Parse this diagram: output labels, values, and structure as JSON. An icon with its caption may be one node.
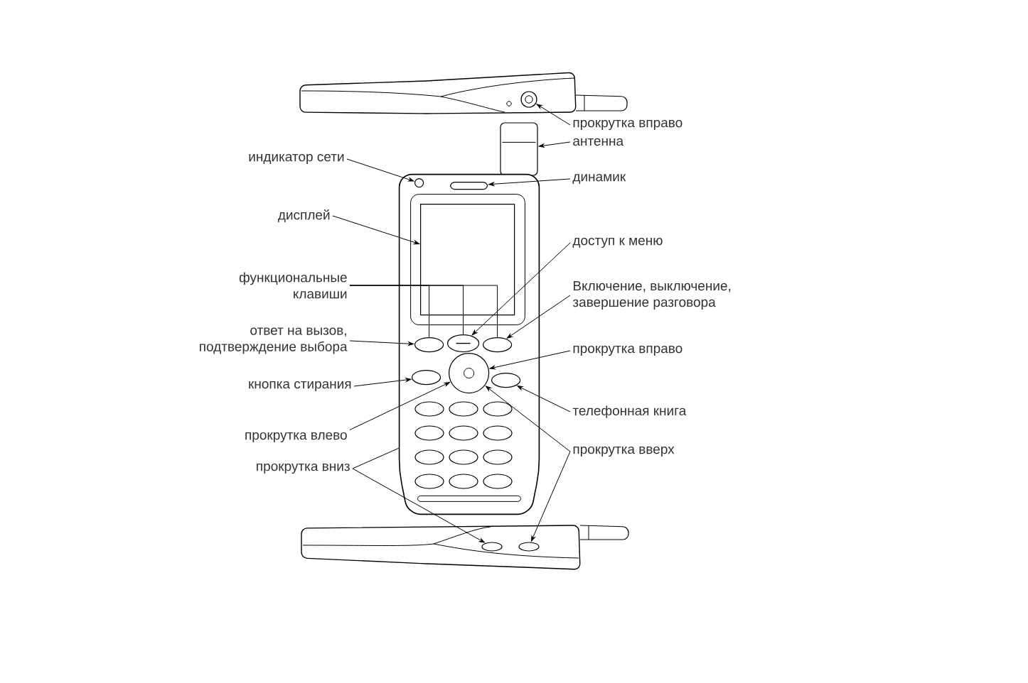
{
  "diagram": {
    "nodes": [
      {
        "text": [
          "прокрутка вправо"
        ]
      },
      {
        "text": [
          "антенна"
        ]
      },
      {
        "text": [
          "индикатор сети"
        ]
      },
      {
        "text": [
          "динамик"
        ]
      },
      {
        "text": [
          "дисплей"
        ]
      },
      {
        "text": [
          "доступ к меню"
        ]
      },
      {
        "text": [
          "функциональные клавиши"
        ]
      },
      {
        "text": [
          "Включение, выключение, завершение разговора"
        ]
      },
      {
        "text": [
          "ответ на вызов, подтверждение выбора"
        ]
      },
      {
        "text": [
          "прокрутка вправо"
        ]
      },
      {
        "text": [
          "кнопка стирания"
        ]
      },
      {
        "text": [
          "телефонная книга"
        ]
      },
      {
        "text": [
          "прокрутка влево"
        ]
      },
      {
        "text": [
          "прокрутка вниз"
        ]
      },
      {
        "text": [
          "прокрутка вверх"
        ]
      },
      {
        "text": [],
        "shape": "circle"
      },
      {
        "text": [],
        "shape": "bar"
      },
      {
        "text": [],
        "shape": "picture"
      },
      {
        "text": [],
        "shape": "circle",
        "in": 17
      },
      {
        "text": [],
        "shape": "bar",
        "in": 17
      },
      {
        "text": [],
        "shape": "box",
        "in": 17
      },
      {
        "text": [],
        "shape": "ellipse",
        "in": 17
      },
      {
        "text": [],
        "shape": "ellipse",
        "in": 17
      },
      {
        "text": [],
        "shape": "ellipse",
        "in": 17
      },
      {
        "text": [],
        "shape": "ellipse",
        "in": 17
      },
      {
        "text": [],
        "shape": "circle",
        "in": 17
      },
      {
        "text": [],
        "shape": "ellipse",
        "in": 17
      },
      {
        "text": [],
        "shape": "ellipse"
      },
      {
        "text": [],
        "shape": "ellipse"
      }
    ],
    "edges": [
      {
        "from": 0,
        "to": 15,
        "arrow": "to"
      },
      {
        "from": 1,
        "to": 16,
        "arrow": "to"
      },
      {
        "from": 2,
        "to": 18,
        "arrow": "to"
      },
      {
        "from": 3,
        "to": 19,
        "arrow": "to"
      },
      {
        "from": 4,
        "to": 20,
        "arrow": "to"
      },
      {
        "from": 5,
        "to": 22,
        "arrow": "to"
      },
      {
        "from": 6,
        "to": 21,
        "arrow": "none"
      },
      {
        "from": 6,
        "to": 22,
        "arrow": "none"
      },
      {
        "from": 6,
        "to": 23,
        "arrow": "none"
      },
      {
        "from": 7,
        "to": 23,
        "arrow": "to"
      },
      {
        "from": 8,
        "to": 21,
        "arrow": "to"
      },
      {
        "from": 9,
        "to": 25,
        "arrow": "to"
      },
      {
        "from": 10,
        "to": 24,
        "arrow": "to"
      },
      {
        "from": 11,
        "to": 26,
        "arrow": "to"
      },
      {
        "from": 12,
        "to": 25,
        "arrow": "to"
      },
      {
        "from": 13,
        "to": 17,
        "arrow": "none"
      },
      {
        "from": 13,
        "to": 27,
        "arrow": "to"
      },
      {
        "from": 14,
        "to": 25,
        "arrow": "to"
      },
      {
        "from": 14,
        "to": 28,
        "arrow": "to"
      }
    ]
  }
}
